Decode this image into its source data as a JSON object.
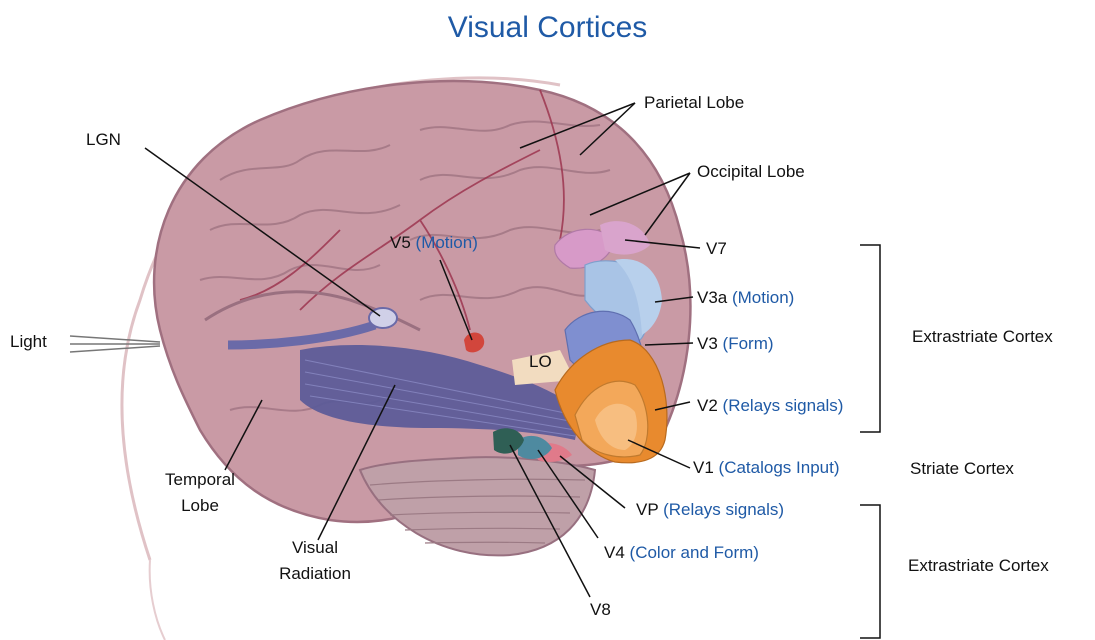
{
  "title": "Visual Cortices",
  "labels": {
    "parietal": "Parietal Lobe",
    "occipital": "Occipital Lobe",
    "lgn": "LGN",
    "light": "Light",
    "temporal_1": "Temporal",
    "temporal_2": "Lobe",
    "visual_1": "Visual",
    "visual_2": "Radiation",
    "lo": "LO",
    "v5": "V5",
    "v5_desc": "(Motion)",
    "v7": "V7",
    "v3a": "V3a",
    "v3a_desc": "(Motion)",
    "v3": "V3",
    "v3_desc": "(Form)",
    "v2": "V2",
    "v2_desc": "(Relays signals)",
    "v1": "V1",
    "v1_desc": "(Catalogs Input)",
    "vp": "VP",
    "vp_desc": "(Relays signals)",
    "v4": "V4",
    "v4_desc": "(Color and Form)",
    "v8": "V8",
    "extrastriate_top": "Extrastriate Cortex",
    "striate": "Striate Cortex",
    "extrastriate_bottom": "Extrastriate Cortex"
  },
  "colors": {
    "title": "#1f5aa6",
    "brain": "#c79aa4",
    "v1": "#f0a040",
    "v2": "#e88a2e",
    "v3": "#7f8fd0",
    "v3a": "#a9c4e6",
    "v7": "#d79ac8",
    "v4": "#4e8aa0",
    "v8": "#2f5f55",
    "radiation": "#5a5a98"
  }
}
